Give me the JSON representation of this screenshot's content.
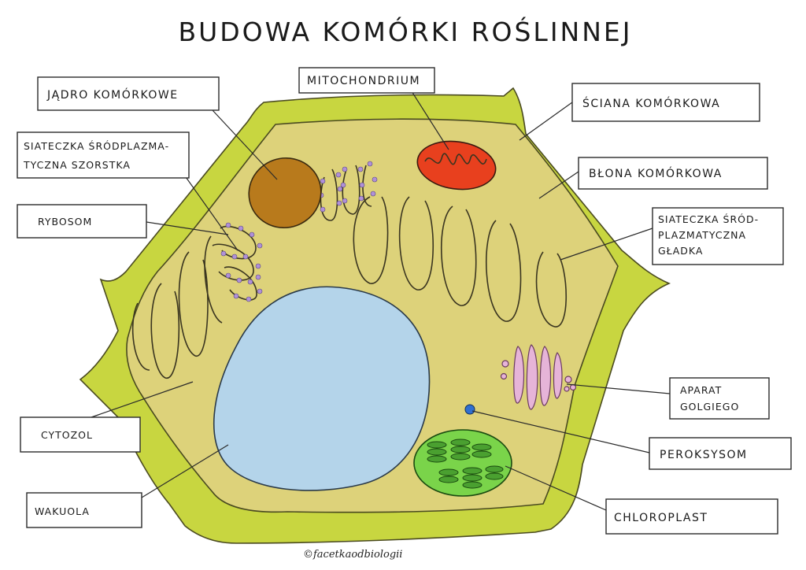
{
  "title": "BUDOWA KOMÓRKI ROŚLINNEJ",
  "labels": {
    "jadro": "JĄDRO KOMÓRKOWE",
    "mitochondrium": "MITOCHONDRIUM",
    "sciana": "ŚCIANA KOMÓRKOWA",
    "er_rough_1": "SIATECZKA ŚRÓDPLAZMA-",
    "er_rough_2": "TYCZNA SZORSTKA",
    "blona": "BŁONA KOMÓRKOWA",
    "rybosom": "RYBOSOM",
    "er_smooth_1": "SIATECZKA ŚRÓD-",
    "er_smooth_2": "PLAZMATYCZNA",
    "er_smooth_3": "GŁADKA",
    "golgi_1": "APARAT",
    "golgi_2": "GOLGIEGO",
    "cytozol": "CYTOZOL",
    "peroksysom": "PEROKSYSOM",
    "wakuola": "WAKUOLA",
    "chloroplast": "CHLOROPLAST"
  },
  "credit": "©facetkaodbiologii",
  "colors": {
    "cell_wall": "#c8d640",
    "cytoplasm": "#ddd27a",
    "nucleus": "#b87a1c",
    "mitochondrion": "#e8401e",
    "vacuole": "#b4d4ea",
    "chloroplast": "#7ad44a",
    "golgi": "#e6b4d8",
    "peroxisome": "#2f6fd0",
    "ribosome": "#b090d8"
  }
}
